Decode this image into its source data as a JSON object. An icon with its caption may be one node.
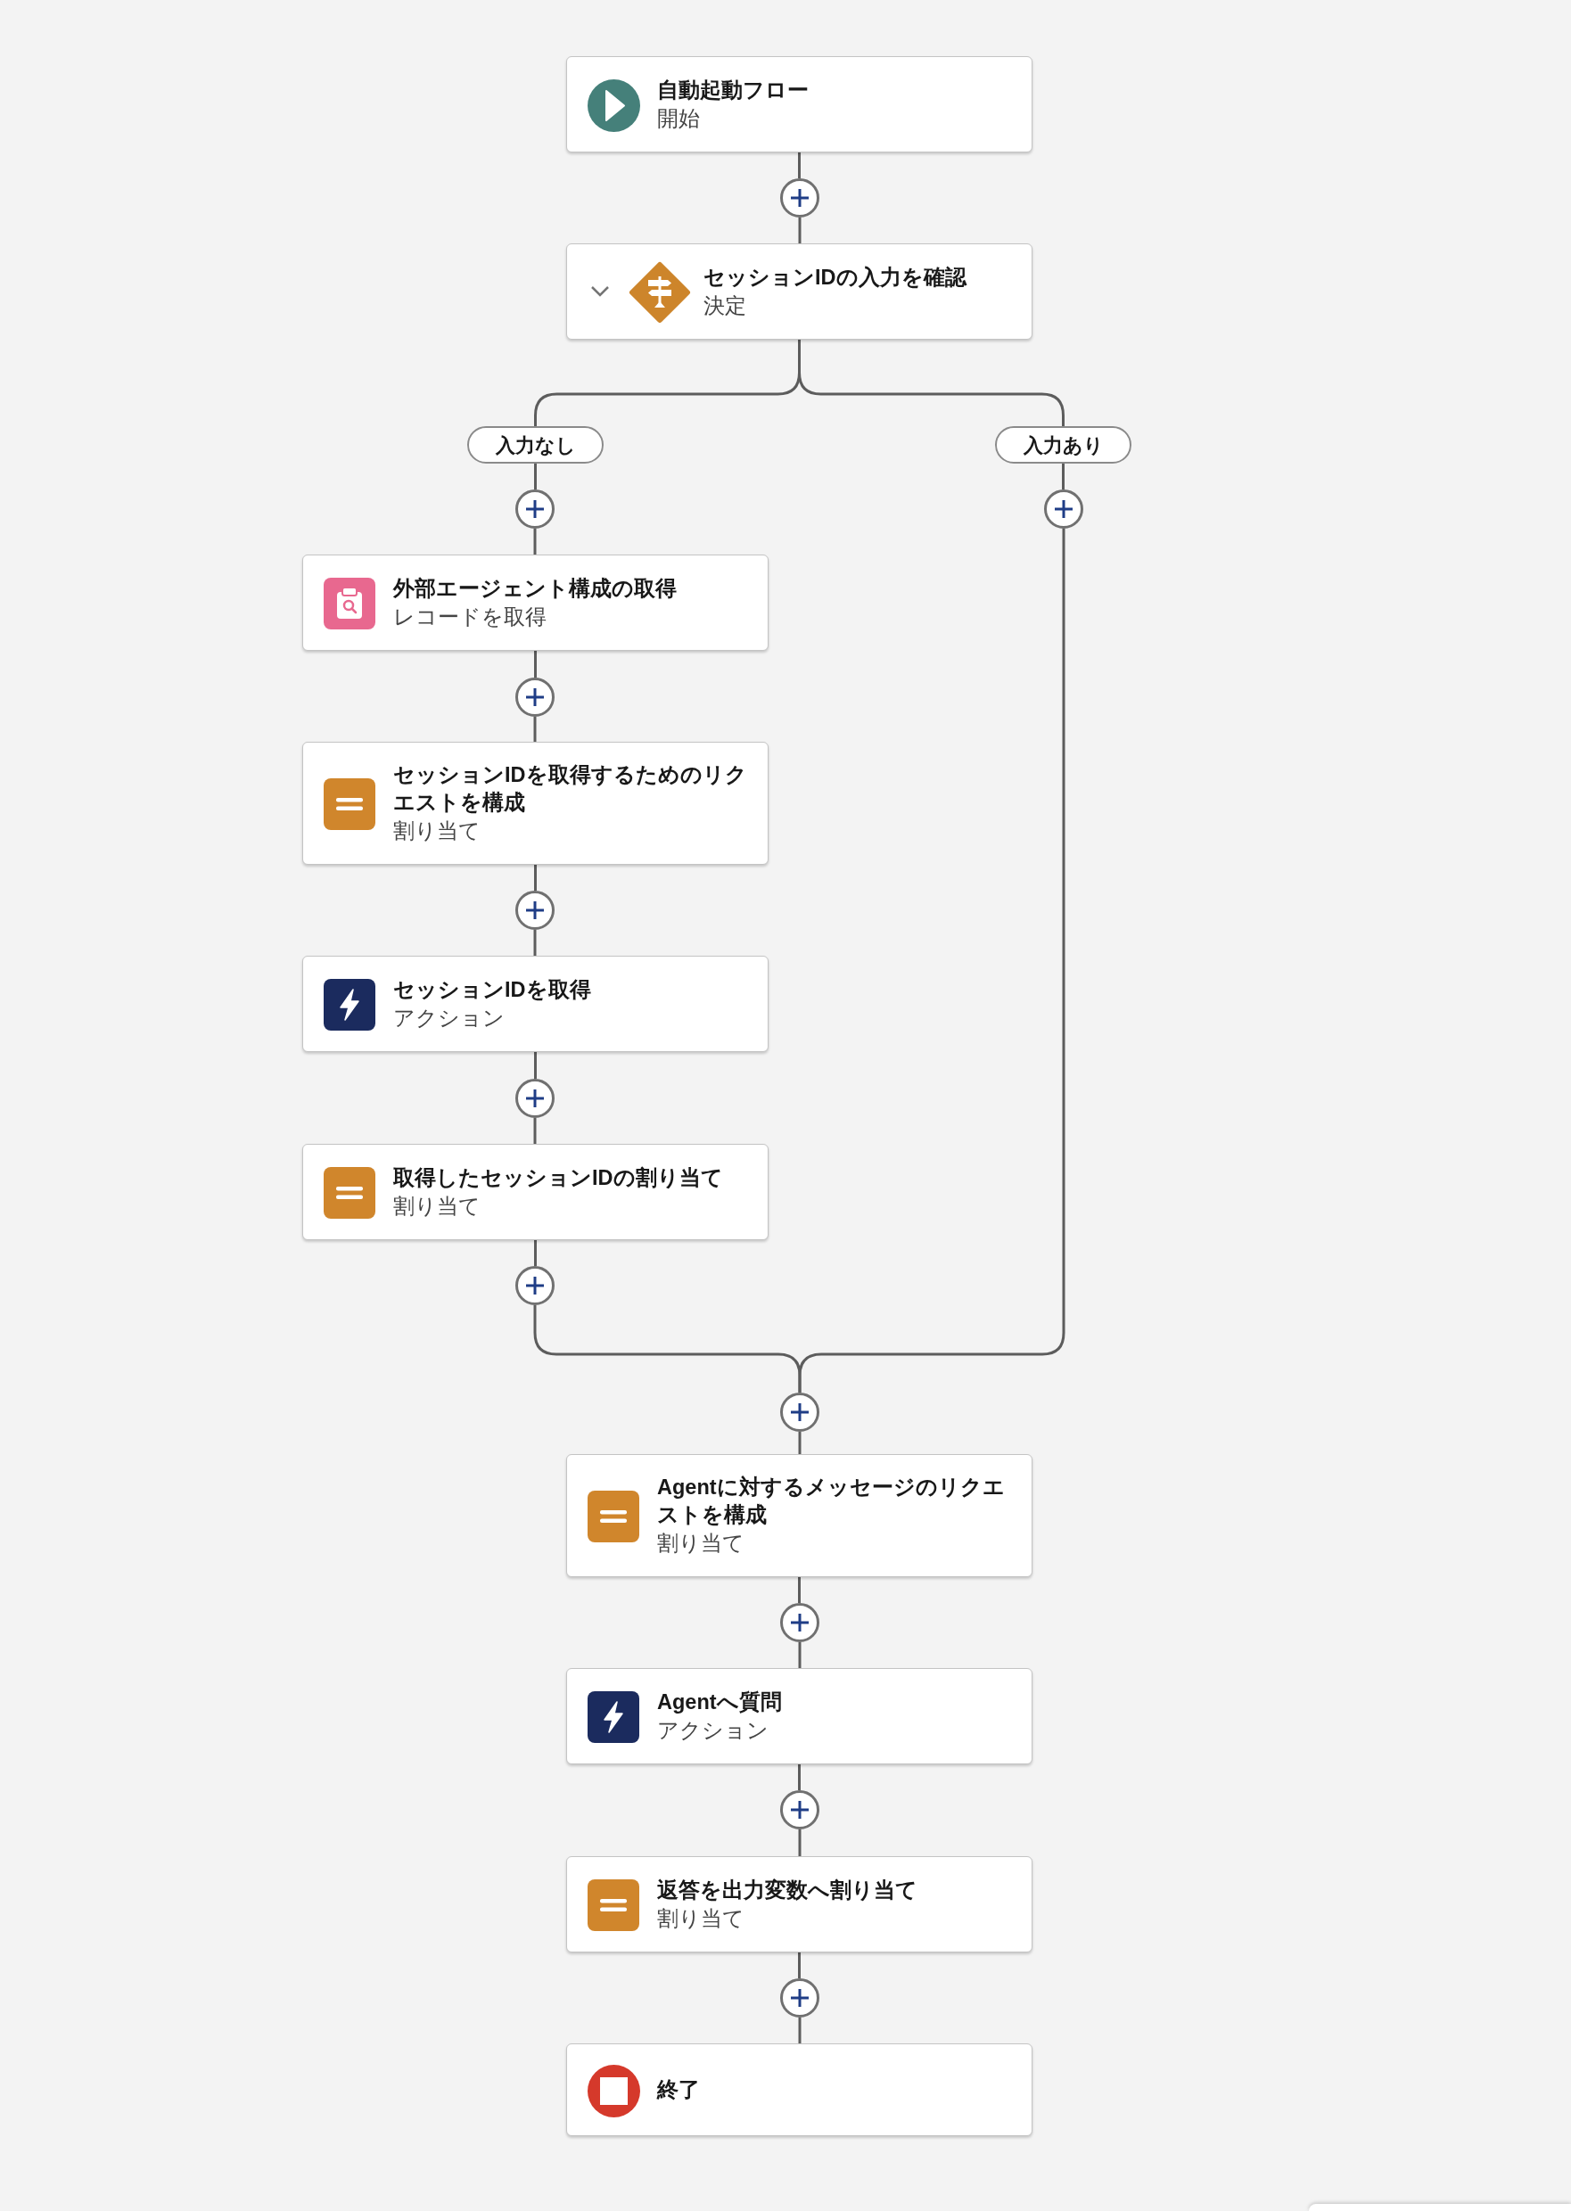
{
  "diagram": {
    "nodes": [
      {
        "text": [
          "自動起動フロー",
          "開始"
        ]
      },
      {
        "text": [],
        "shape": "circle"
      },
      {
        "text": [
          "セッションIDの入力を確認",
          "決定"
        ]
      },
      {
        "text": [
          "入力なし"
        ]
      },
      {
        "text": [
          "入力あり"
        ]
      },
      {
        "text": [],
        "shape": "circle"
      },
      {
        "text": [],
        "shape": "circle"
      },
      {
        "text": [
          "外部エージェント構成の取得",
          "レコードを取得"
        ]
      },
      {
        "text": [],
        "shape": "circle"
      },
      {
        "text": [
          "セッションIDを取得するためのリクエストを構成",
          "割り当て"
        ]
      },
      {
        "text": [],
        "shape": "circle"
      },
      {
        "text": [
          "セッションIDを取得",
          "アクション"
        ]
      },
      {
        "text": [],
        "shape": "circle"
      },
      {
        "text": [
          "取得したセッションIDの割り当て",
          "割り当て"
        ]
      },
      {
        "text": [],
        "shape": "circle"
      },
      {
        "text": [],
        "shape": "circle"
      },
      {
        "text": [
          "Agentに対するメッセージのリクエストを構成",
          "割り当て"
        ]
      },
      {
        "text": [],
        "shape": "circle"
      },
      {
        "text": [
          "Agentへ質問",
          "アクション"
        ]
      },
      {
        "text": [],
        "shape": "circle"
      },
      {
        "text": [
          "返答を出力変数へ割り当て",
          "割り当て"
        ]
      },
      {
        "text": [],
        "shape": "circle"
      },
      {
        "text": [
          "終了"
        ]
      }
    ],
    "edges": [
      {
        "from": 0,
        "to": 1,
        "arrow": "none"
      },
      {
        "from": 1,
        "to": 2,
        "arrow": "none"
      },
      {
        "from": 2,
        "to": 3,
        "arrow": "none"
      },
      {
        "from": 2,
        "to": 4,
        "arrow": "none"
      },
      {
        "from": 3,
        "to": 5,
        "arrow": "none"
      },
      {
        "from": 4,
        "to": 6,
        "arrow": "none"
      },
      {
        "from": 5,
        "to": 7,
        "arrow": "none"
      },
      {
        "from": 7,
        "to": 8,
        "arrow": "none"
      },
      {
        "from": 8,
        "to": 9,
        "arrow": "none"
      },
      {
        "from": 9,
        "to": 10,
        "arrow": "none"
      },
      {
        "from": 10,
        "to": 11,
        "arrow": "none"
      },
      {
        "from": 11,
        "to": 12,
        "arrow": "none"
      },
      {
        "from": 12,
        "to": 13,
        "arrow": "none"
      },
      {
        "from": 13,
        "to": 14,
        "arrow": "none"
      },
      {
        "from": 14,
        "to": 15,
        "arrow": "none"
      },
      {
        "from": 6,
        "to": 15,
        "arrow": "none"
      },
      {
        "from": 15,
        "to": 16,
        "arrow": "none"
      },
      {
        "from": 16,
        "to": 17,
        "arrow": "none"
      },
      {
        "from": 17,
        "to": 18,
        "arrow": "none"
      },
      {
        "from": 18,
        "to": 19,
        "arrow": "none"
      },
      {
        "from": 19,
        "to": 20,
        "arrow": "none"
      },
      {
        "from": 20,
        "to": 21,
        "arrow": "none"
      },
      {
        "from": 21,
        "to": 22,
        "arrow": "none"
      }
    ]
  }
}
